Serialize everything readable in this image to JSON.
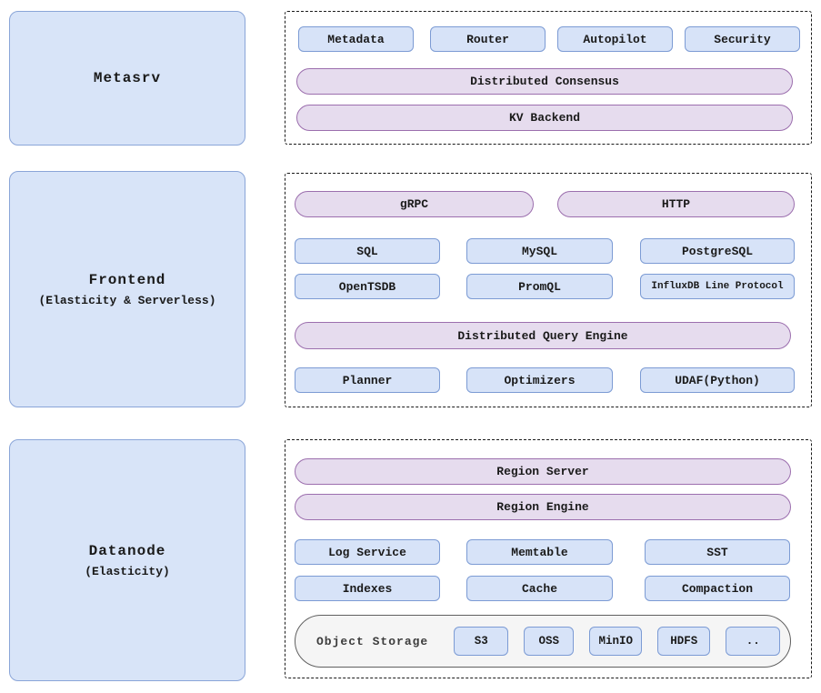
{
  "metasrv": {
    "title": "Metasrv",
    "components": [
      "Metadata",
      "Router",
      "Autopilot",
      "Security"
    ],
    "consensus": "Distributed Consensus",
    "kv": "KV Backend"
  },
  "frontend": {
    "title": "Frontend",
    "subtitle": "(Elasticity & Serverless)",
    "grpc": "gRPC",
    "http": "HTTP",
    "protocols": [
      "SQL",
      "MySQL",
      "PostgreSQL",
      "OpenTSDB",
      "PromQL",
      "InfluxDB Line Protocol"
    ],
    "query_engine": "Distributed Query Engine",
    "query_components": [
      "Planner",
      "Optimizers",
      "UDAF(Python)"
    ]
  },
  "datanode": {
    "title": "Datanode",
    "subtitle": "(Elasticity)",
    "region_server": "Region Server",
    "region_engine": "Region Engine",
    "storage_components": [
      "Log Service",
      "Memtable",
      "SST",
      "Indexes",
      "Cache",
      "Compaction"
    ],
    "object_storage": {
      "label": "Object Storage",
      "backends": [
        "S3",
        "OSS",
        "MinIO",
        "HDFS",
        ".."
      ]
    }
  },
  "colors": {
    "chip_fill": "#d7e3f8",
    "chip_border": "#7c9bd4",
    "pill_fill": "#e6dcee",
    "pill_border": "#9c6fae",
    "box_fill": "#d8e4f8",
    "box_border": "#8aa5d8",
    "panel_border": "#1a1a1a",
    "storage_fill": "#f5f5f5",
    "storage_border": "#606060",
    "text": "#1a1a1a"
  }
}
